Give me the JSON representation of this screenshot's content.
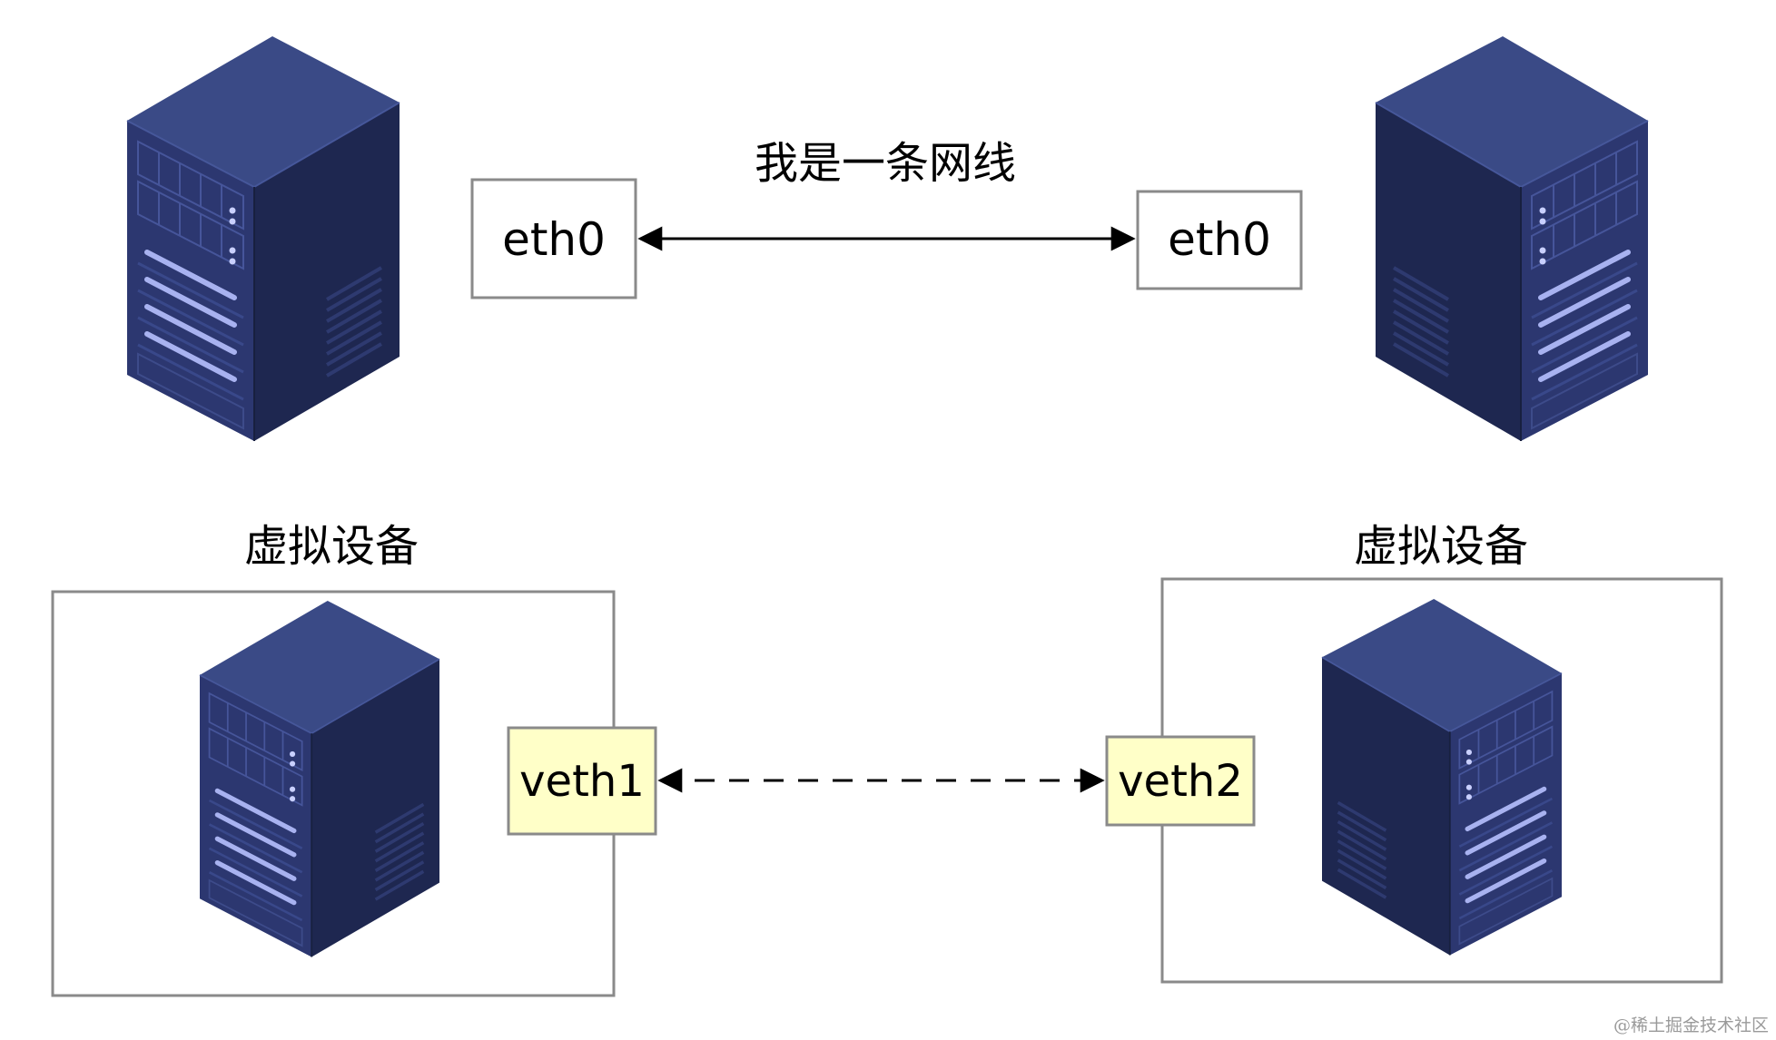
{
  "diagram": {
    "physical": {
      "cable_label": "我是一条网线",
      "left_interface": "eth0",
      "right_interface": "eth0"
    },
    "virtual": {
      "left_group_label": "虚拟设备",
      "right_group_label": "虚拟设备",
      "left_interface": "veth1",
      "right_interface": "veth2"
    }
  },
  "colors": {
    "server_top": "#3a4a86",
    "server_front": "#2c3770",
    "server_side": "#1e2750",
    "server_highlight": "#a8b2f0",
    "veth_fill": "#ffffc8",
    "box_border": "#8a8a8a"
  },
  "icons": {
    "server": "server-rack-icon",
    "arrow_solid": "bidirectional-arrow-icon",
    "arrow_dashed": "bidirectional-dashed-arrow-icon"
  },
  "watermark": "@稀土掘金技术社区"
}
